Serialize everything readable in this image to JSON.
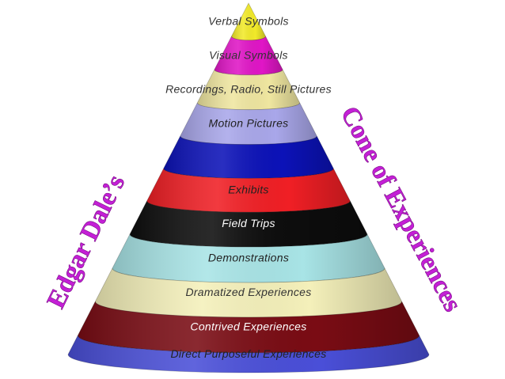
{
  "left_title": "Edgar Dale’s",
  "right_title": "Cone of Experiences",
  "colors": {
    "title": "#c41fd6",
    "outline": "#222222"
  },
  "bands": [
    {
      "label": "Verbal Symbols",
      "color": "#f2ea2a",
      "text_color": "#333333"
    },
    {
      "label": "Visual Symbols",
      "color": "#e016c6",
      "text_color": "#333333"
    },
    {
      "label": "Recordings, Radio, Still Pictures",
      "color": "#efe6a0",
      "text_color": "#333333"
    },
    {
      "label": "Motion Pictures",
      "color": "#a9a7ea",
      "text_color": "#222222"
    },
    {
      "label": "",
      "color": "#0c12b8",
      "text_color": "#ffffff"
    },
    {
      "label": "Exhibits",
      "color": "#f01f25",
      "text_color": "#222222"
    },
    {
      "label": "Field Trips",
      "color": "#0d0d0d",
      "text_color": "#ffffff"
    },
    {
      "label": "Demonstrations",
      "color": "#a8e4e6",
      "text_color": "#222222"
    },
    {
      "label": "Dramatized Experiences",
      "color": "#f4f0ba",
      "text_color": "#333333"
    },
    {
      "label": "Contrived Experiences",
      "color": "#7a0c14",
      "text_color": "#ffffff"
    },
    {
      "label": "Direct Purposeful Experiences",
      "color": "#4a4fd8",
      "text_color": "#222222"
    }
  ]
}
